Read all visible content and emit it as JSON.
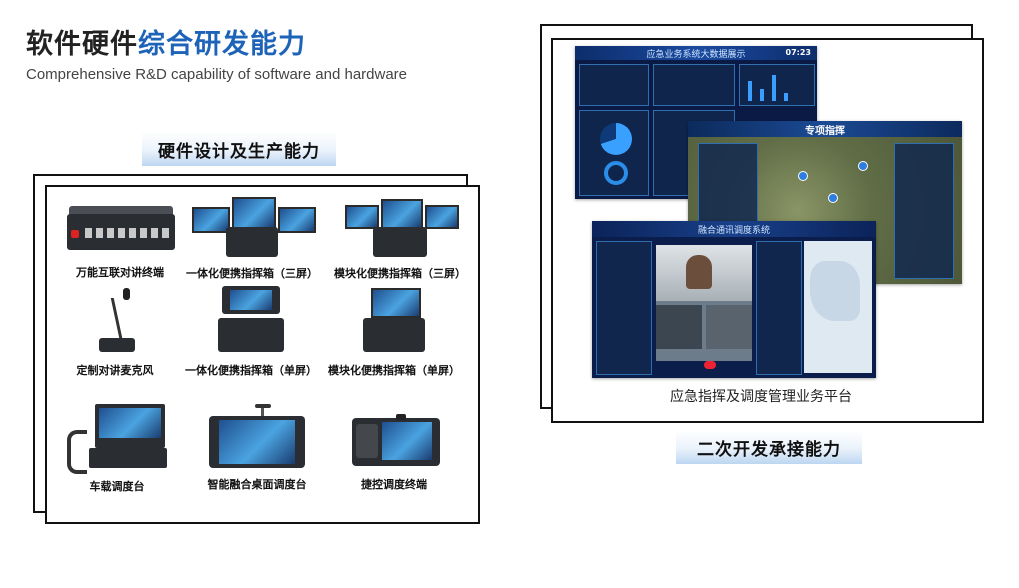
{
  "header": {
    "title_part1": "软件硬件",
    "title_part2": "综合研发能力",
    "subtitle": "Comprehensive R&D capability of software and hardware"
  },
  "hardware": {
    "section_title": "硬件设计及生产能力",
    "products": [
      {
        "label": "万能互联对讲终端"
      },
      {
        "label": "一体化便携指挥箱（三屏）"
      },
      {
        "label": "模块化便携指挥箱（三屏）"
      },
      {
        "label": "定制对讲麦克风"
      },
      {
        "label": "一体化便携指挥箱（单屏）"
      },
      {
        "label": "模块化便携指挥箱（单屏）"
      },
      {
        "label": "车载调度台"
      },
      {
        "label": "智能融合桌面调度台"
      },
      {
        "label": "捷控调度终端"
      }
    ]
  },
  "software": {
    "platform_label": "应急指挥及调度管理业务平台",
    "section_title": "二次开发承接能力",
    "screens": {
      "bigdata_title": "应急业务系统大数据展示",
      "bigdata_time": "07:23",
      "special_command_title": "专项指挥",
      "fusion_title": "融合通讯调度系统"
    }
  }
}
